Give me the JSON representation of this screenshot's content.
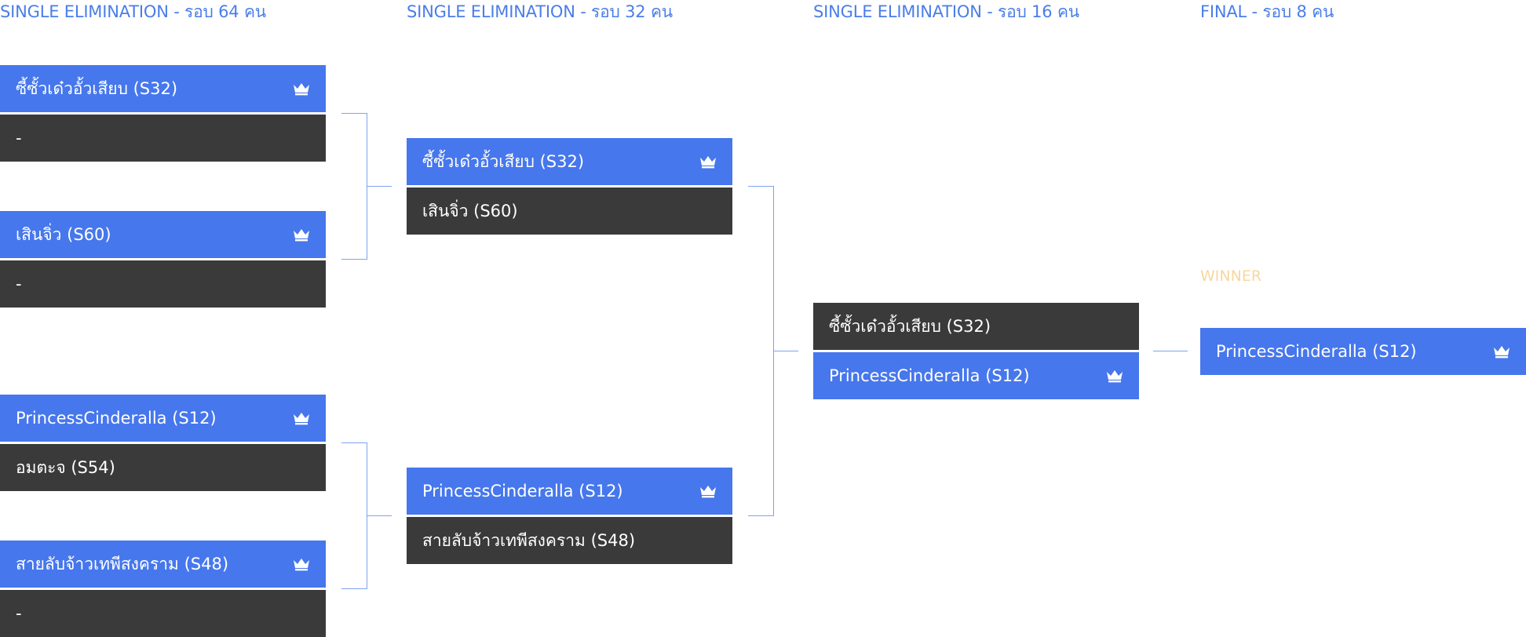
{
  "rounds": [
    {
      "title": "SINGLE ELIMINATION - รอบ 64 คน"
    },
    {
      "title": "SINGLE ELIMINATION - รอบ 32 คน"
    },
    {
      "title": "SINGLE ELIMINATION - รอบ 16 คน"
    },
    {
      "title": "FINAL - รอบ 8 คน"
    }
  ],
  "r1": [
    {
      "name": "ซี้ซั้วเด๋วอั้วเสียบ (S32)",
      "winner": true
    },
    {
      "name": "-",
      "winner": false
    },
    {
      "name": "เสินจิ่ว (S60)",
      "winner": true
    },
    {
      "name": "-",
      "winner": false
    },
    {
      "name": "PrincessCinderalla (S12)",
      "winner": true
    },
    {
      "name": "อมตะจ (S54)",
      "winner": false
    },
    {
      "name": "สายลับจ้าวเทพีสงคราม (S48)",
      "winner": true
    },
    {
      "name": "-",
      "winner": false
    }
  ],
  "r2": [
    {
      "name": "ซี้ซั้วเด๋วอั้วเสียบ (S32)",
      "winner": true
    },
    {
      "name": "เสินจิ่ว (S60)",
      "winner": false
    },
    {
      "name": "PrincessCinderalla (S12)",
      "winner": true
    },
    {
      "name": "สายลับจ้าวเทพีสงคราม (S48)",
      "winner": false
    }
  ],
  "r3": [
    {
      "name": "ซี้ซั้วเด๋วอั้วเสียบ (S32)",
      "winner": false
    },
    {
      "name": "PrincessCinderalla (S12)",
      "winner": true
    }
  ],
  "final": {
    "label": "WINNER",
    "name": "PrincessCinderalla (S12)",
    "winner": true
  },
  "icons": {
    "crown": "crown-icon"
  },
  "colors": {
    "winner_bg": "#4677ec",
    "loser_bg": "#3a3a3a",
    "title": "#4a7ee8",
    "connector": "#7fa3f0",
    "winner_label": "#f7d7a0"
  }
}
